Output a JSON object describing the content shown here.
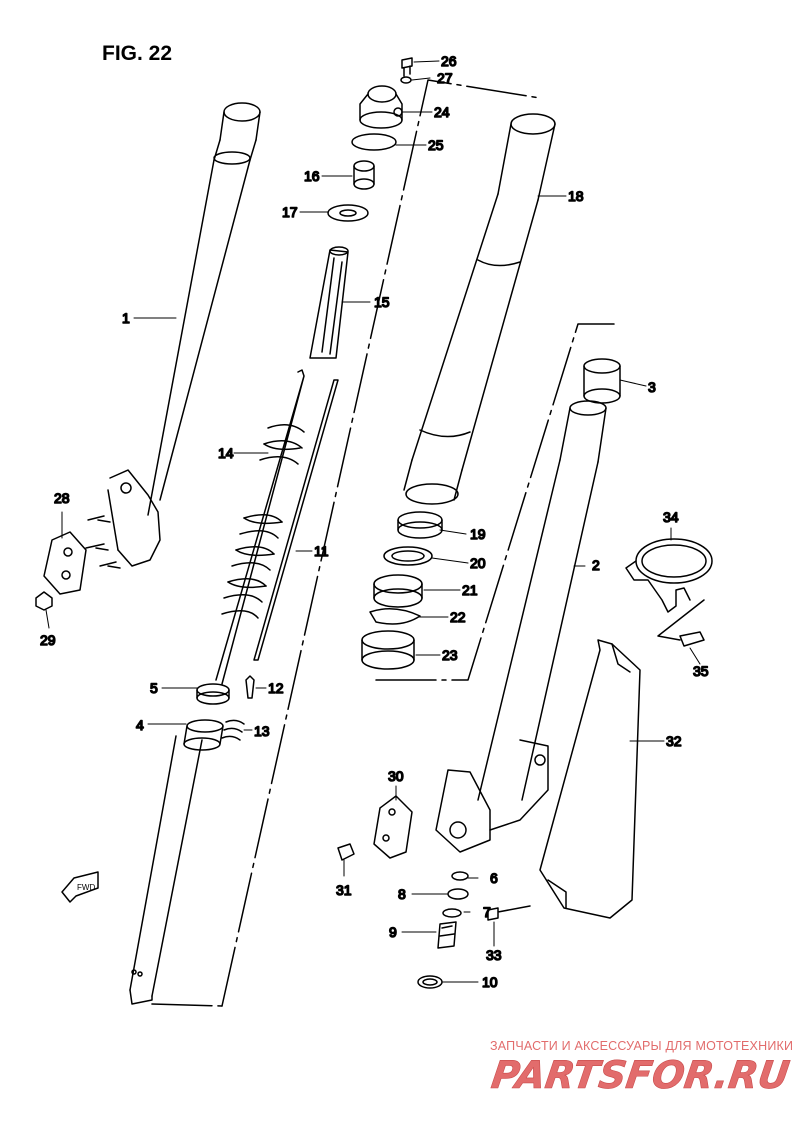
{
  "figure": {
    "title": "FIG. 22"
  },
  "watermark": {
    "caption": "ЗАПЧАСТИ И АКСЕССУАРЫ ДЛЯ МОТОТЕХНИКИ",
    "logo": "PARTSFOR.RU"
  },
  "fwd_label": "FWD",
  "colors": {
    "ink": "#000000",
    "watermark": "#e26c6c",
    "background": "#ffffff"
  },
  "parts": [
    {
      "num": "1"
    },
    {
      "num": "2"
    },
    {
      "num": "3"
    },
    {
      "num": "4"
    },
    {
      "num": "5"
    },
    {
      "num": "6"
    },
    {
      "num": "7"
    },
    {
      "num": "8"
    },
    {
      "num": "9"
    },
    {
      "num": "10"
    },
    {
      "num": "11"
    },
    {
      "num": "12"
    },
    {
      "num": "13"
    },
    {
      "num": "14"
    },
    {
      "num": "15"
    },
    {
      "num": "16"
    },
    {
      "num": "17"
    },
    {
      "num": "18"
    },
    {
      "num": "19"
    },
    {
      "num": "20"
    },
    {
      "num": "21"
    },
    {
      "num": "22"
    },
    {
      "num": "23"
    },
    {
      "num": "24"
    },
    {
      "num": "25"
    },
    {
      "num": "26"
    },
    {
      "num": "27"
    },
    {
      "num": "28"
    },
    {
      "num": "29"
    },
    {
      "num": "30"
    },
    {
      "num": "31"
    },
    {
      "num": "32"
    },
    {
      "num": "33"
    },
    {
      "num": "34"
    },
    {
      "num": "35"
    }
  ]
}
